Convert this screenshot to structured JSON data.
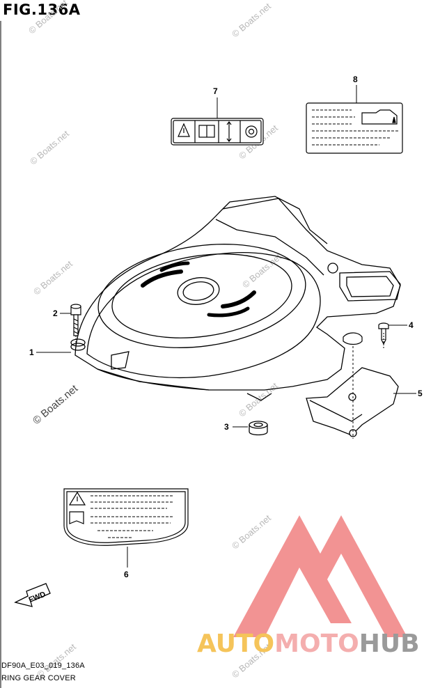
{
  "figure": {
    "title": "FIG.136A",
    "code": "DF90A_E03_019_136A",
    "caption": "RING GEAR COVER"
  },
  "callouts": [
    "1",
    "2",
    "3",
    "4",
    "5",
    "6",
    "7",
    "8"
  ],
  "watermarks": [
    "© Boats.net",
    "© Boats.net",
    "© Boats.net",
    "© Boats.net",
    "© Boats.net",
    "© Boats.net",
    "© Boats.net",
    "© Boats.net",
    "© Boats.net",
    "© Boats.net",
    "© Boats.net"
  ],
  "fwd_label": "FWD",
  "brand": {
    "part1": "AUTO",
    "part2": "MOTO",
    "part3": "HUB"
  },
  "colors": {
    "line": "#000000",
    "brand_red": "#f08080",
    "brand_gold": "#f5c45a",
    "brand_grey": "#9a9a9a"
  }
}
